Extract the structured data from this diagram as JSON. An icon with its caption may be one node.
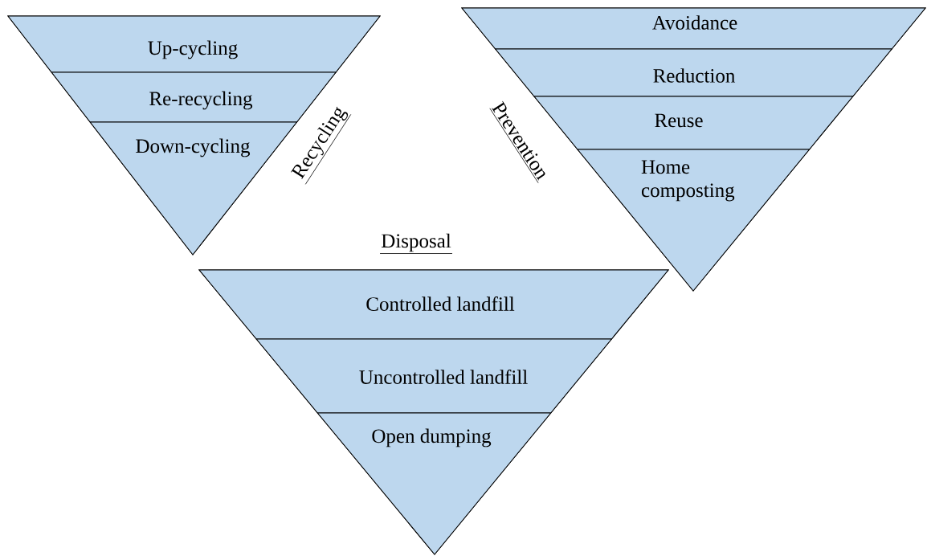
{
  "diagram": {
    "nodes": [
      {
        "text": [
          "Recycling"
        ]
      },
      {
        "text": [
          "Up-cycling"
        ],
        "in": 0
      },
      {
        "text": [
          "Re-recycling"
        ],
        "in": 0
      },
      {
        "text": [
          "Down-cycling"
        ],
        "in": 0
      },
      {
        "text": [
          "Prevention"
        ]
      },
      {
        "text": [
          "Avoidance"
        ],
        "in": 4
      },
      {
        "text": [
          "Reduction"
        ],
        "in": 4
      },
      {
        "text": [
          "Reuse"
        ],
        "in": 4
      },
      {
        "text": [
          "Home composting"
        ],
        "in": 4
      },
      {
        "text": [
          "Disposal"
        ]
      },
      {
        "text": [
          "Controlled landfill"
        ],
        "in": 9
      },
      {
        "text": [
          "Uncontrolled landfill"
        ],
        "in": 9
      },
      {
        "text": [
          "Open dumping"
        ],
        "in": 9
      }
    ]
  }
}
